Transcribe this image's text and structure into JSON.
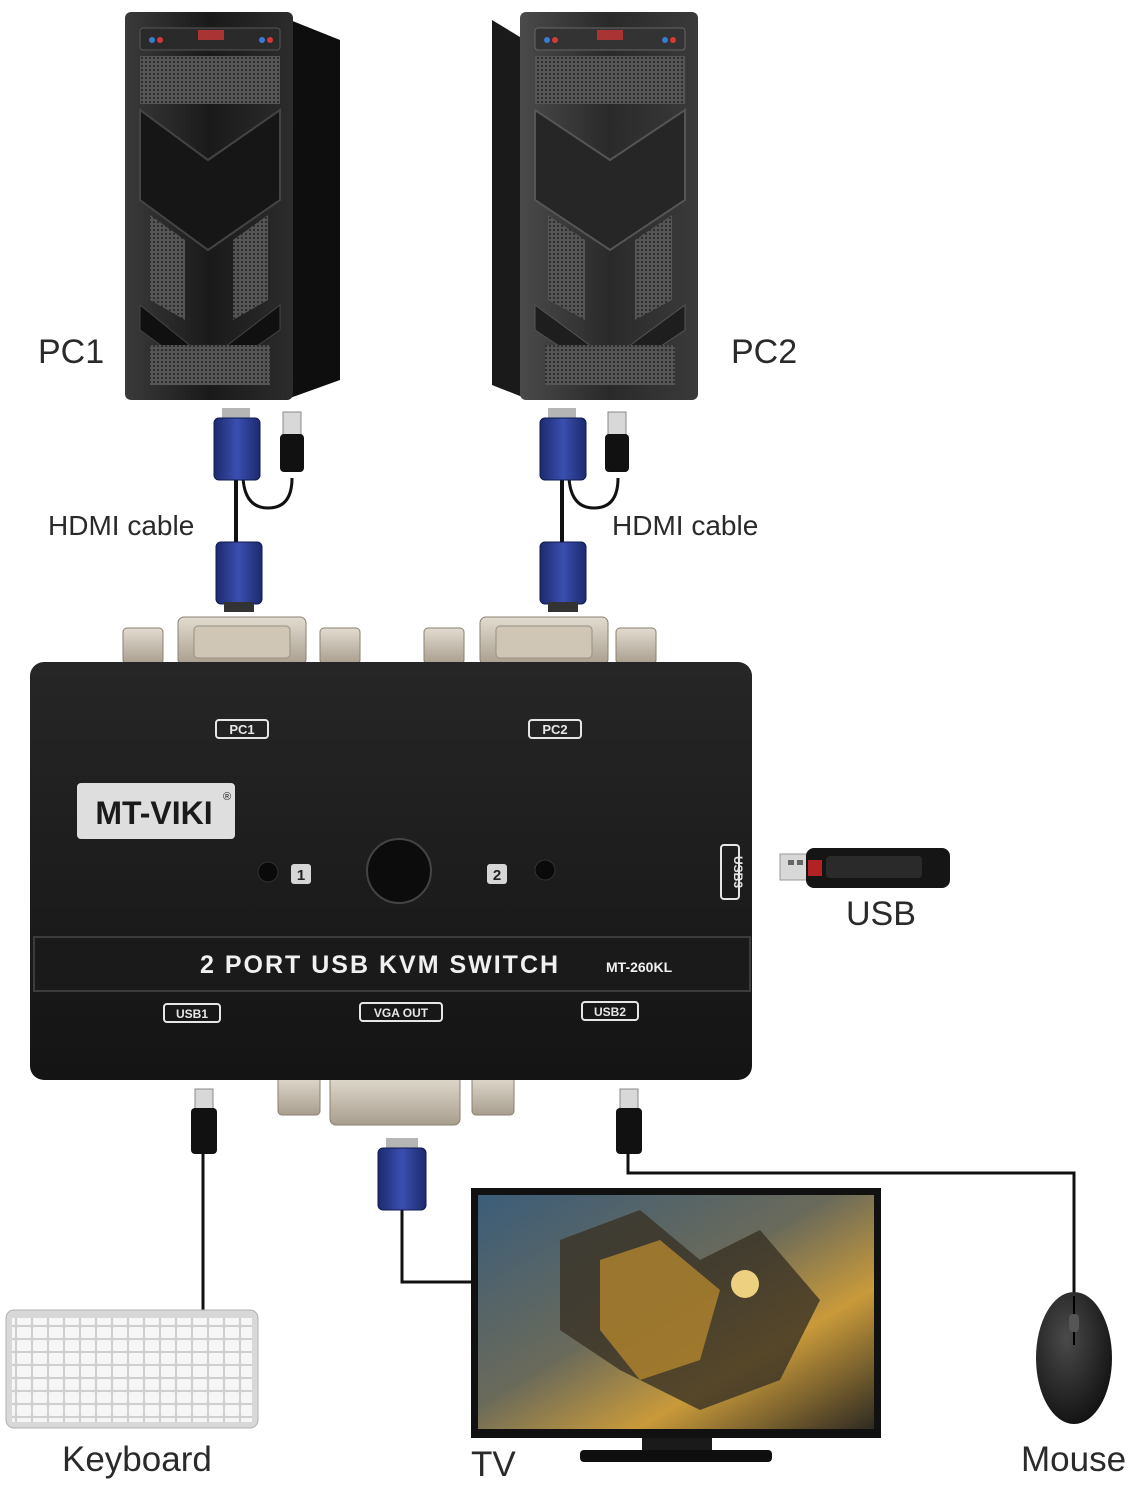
{
  "labels": {
    "pc1": "PC1",
    "pc2": "PC2",
    "cable_left": "HDMI cable",
    "cable_right": "HDMI cable",
    "usb": "USB",
    "keyboard": "Keyboard",
    "tv": "TV",
    "mouse": "Mouse"
  },
  "switch": {
    "brand": "MT-VIKI",
    "registered": "®",
    "title": "2 PORT USB KVM SWITCH",
    "model": "MT-260KL",
    "port_pc1": "PC1",
    "port_pc2": "PC2",
    "port_usb3": "USB3",
    "port_usb1": "USB1",
    "port_vga_out": "VGA OUT",
    "port_usb2": "USB2",
    "led_1": "1",
    "led_2": "2"
  },
  "colors": {
    "case_dark": "#1c1c1c",
    "vga_blue": "#2a3c8c",
    "cable": "#111111",
    "label_text": "#2a2a2a"
  },
  "icons": [
    "pc-tower-icon",
    "vga-connector-icon",
    "usb-plug-icon",
    "usb-flash-drive-icon",
    "keyboard-icon",
    "monitor-icon",
    "mouse-icon"
  ]
}
